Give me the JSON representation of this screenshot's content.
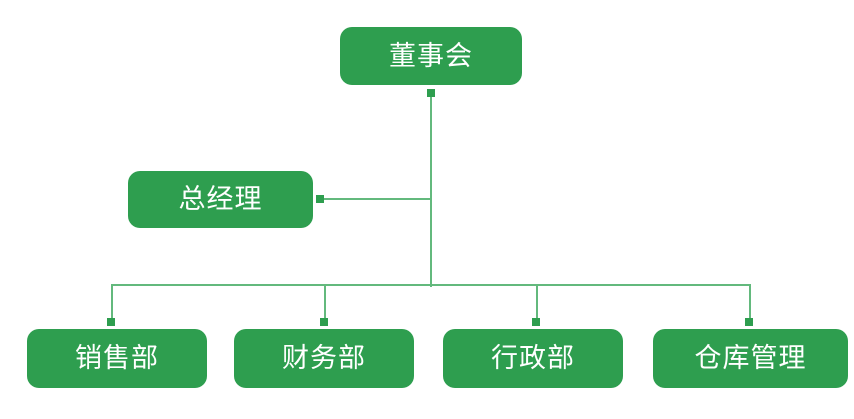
{
  "chart_data": {
    "type": "diagram",
    "diagram_type": "organization-chart",
    "title": "",
    "orientation": "top-down",
    "node_color": "#2e9e4f",
    "line_color": "#63b97d",
    "text_color": "#ffffff",
    "background": "#ffffff",
    "nodes": [
      {
        "id": "root",
        "label": "董事会",
        "level": 0,
        "role": "root"
      },
      {
        "id": "staff",
        "label": "总经理",
        "level": 1,
        "role": "assistant"
      },
      {
        "id": "c0",
        "label": "销售部",
        "level": 2,
        "role": "child"
      },
      {
        "id": "c1",
        "label": "财务部",
        "level": 2,
        "role": "child"
      },
      {
        "id": "c2",
        "label": "行政部",
        "level": 2,
        "role": "child"
      },
      {
        "id": "c3",
        "label": "仓库管理",
        "level": 2,
        "role": "child"
      }
    ],
    "edges": [
      {
        "from": "root",
        "to": "staff",
        "style": "elbow"
      },
      {
        "from": "root",
        "to": "c0",
        "style": "elbow"
      },
      {
        "from": "root",
        "to": "c1",
        "style": "elbow"
      },
      {
        "from": "root",
        "to": "c2",
        "style": "elbow"
      },
      {
        "from": "root",
        "to": "c3",
        "style": "elbow"
      }
    ]
  },
  "chart": {
    "root": {
      "label": "董事会"
    },
    "staff": {
      "label": "总经理"
    },
    "children": [
      {
        "label": "销售部"
      },
      {
        "label": "财务部"
      },
      {
        "label": "行政部"
      },
      {
        "label": "仓库管理"
      }
    ]
  }
}
